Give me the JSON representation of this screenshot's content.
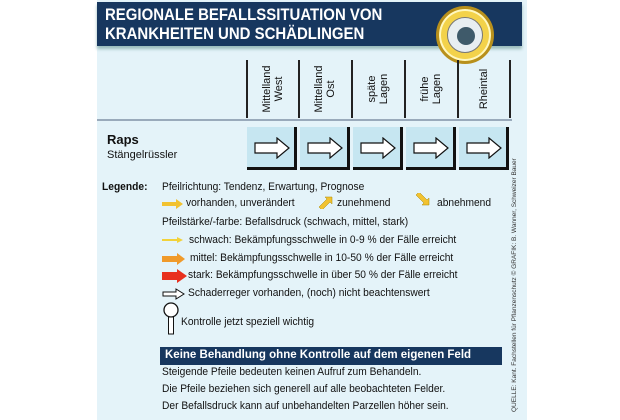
{
  "header": {
    "title_line1": "REGIONALE BEFALLSSITUATION VON",
    "title_line2": "KRANKHEITEN UND SCHÄDLINGEN"
  },
  "columns": [
    {
      "l1": "Mittelland",
      "l2": "West"
    },
    {
      "l1": "Mittelland",
      "l2": "Ost"
    },
    {
      "l1": "späte",
      "l2": "Lagen"
    },
    {
      "l1": "frühe",
      "l2": "Lagen"
    },
    {
      "l1": "Rheintal",
      "l2": ""
    }
  ],
  "row": {
    "crop": "Raps",
    "pest": "Stängelrüssler",
    "arrows": [
      "outline-right",
      "outline-right",
      "outline-right",
      "outline-right",
      "outline-right"
    ]
  },
  "legend": {
    "label": "Legende:",
    "direction": "Pfeilrichtung: Tendenz, Erwartung, Prognose",
    "unchanged": "vorhanden, unverändert",
    "increasing": "zunehmend",
    "decreasing": "abnehmend",
    "strength": "Pfeilstärke/-farbe: Befallsdruck (schwach, mittel, stark)",
    "weak": "schwach: Bekämpfungsschwelle in 0-9 % der Fälle erreicht",
    "medium": "mittel: Bekämpfungsschwelle in 10-50 % der Fälle erreicht",
    "strong": "stark: Bekämpfungsschwelle in über 50 % der Fälle erreicht",
    "none": "Schaderreger vorhanden, (noch) nicht beachtenswert",
    "control": "Kontrolle jetzt speziell wichtig"
  },
  "notice": "Keine Behandlung ohne Kontrolle auf dem eigenen Feld",
  "notes": [
    "Steigende Pfeile bedeuten keinen Aufruf zum Behandeln.",
    "Die Pfeile beziehen sich generell auf alle beobachteten Felder.",
    "Der Befallsdruck kann auf unbehandelten Parzellen höher sein."
  ],
  "credit": "QUELLE: Kant. Fachstellen für Pflanzenschutz   © GRAFIK: B. Wanner, Schweizer Bauer",
  "colors": {
    "navy": "#17375f",
    "weak": "#f2d23a",
    "medium": "#f09a2a",
    "strong": "#e8301e"
  }
}
